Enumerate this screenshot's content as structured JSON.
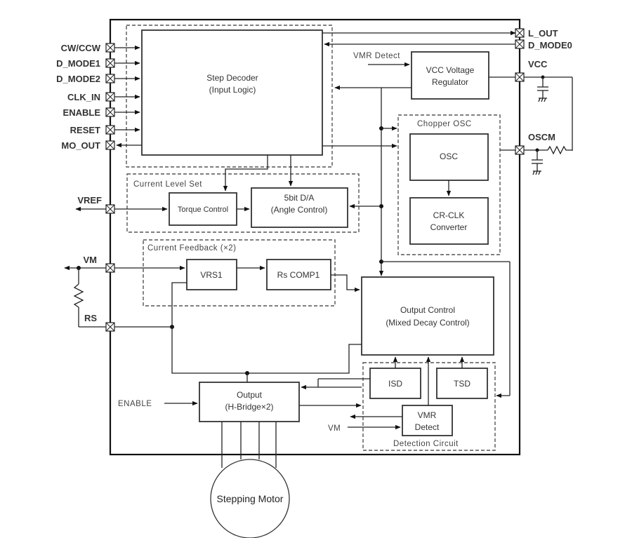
{
  "diagram": {
    "type": "block-diagram",
    "subject": "Stepping motor driver IC internal block diagram",
    "pins_left": [
      "CW/CCW",
      "D_MODE1",
      "D_MODE2",
      "CLK_IN",
      "ENABLE",
      "RESET",
      "MO_OUT",
      "VREF",
      "VM",
      "RS"
    ],
    "pins_right": [
      "L_OUT",
      "D_MODE0",
      "VCC",
      "OSCM"
    ],
    "blocks": {
      "step_decoder": {
        "line1": "Step Decoder",
        "line2": "(Input Logic)"
      },
      "vcc_regulator": {
        "line1": "VCC Voltage",
        "line2": "Regulator"
      },
      "torque_control": {
        "label": "Torque Control"
      },
      "dac": {
        "line1": "5bit D/A",
        "line2": "(Angle Control)"
      },
      "osc": {
        "label": "OSC"
      },
      "cr_clk": {
        "line1": "CR-CLK",
        "line2": "Converter"
      },
      "vrs1": {
        "label": "VRS1"
      },
      "rs_comp1": {
        "label": "Rs COMP1"
      },
      "output_control": {
        "line1": "Output Control",
        "line2": "(Mixed Decay Control)"
      },
      "isd": {
        "label": "ISD"
      },
      "tsd": {
        "label": "TSD"
      },
      "vmr_detect": {
        "line1": "VMR",
        "line2": "Detect"
      },
      "output_bridge": {
        "line1": "Output",
        "line2": "(H-Bridge×2)"
      }
    },
    "groups": {
      "current_level_set": "Current Level Set",
      "chopper_osc": "Chopper OSC",
      "current_feedback": "Current Feedback (×2)",
      "detection_circuit": "Detection Circuit"
    },
    "signal_labels": {
      "vmr_detect_in": "VMR Detect",
      "enable_in": "ENABLE",
      "vm_in": "VM"
    },
    "motor": {
      "label": "Stepping Motor"
    }
  }
}
